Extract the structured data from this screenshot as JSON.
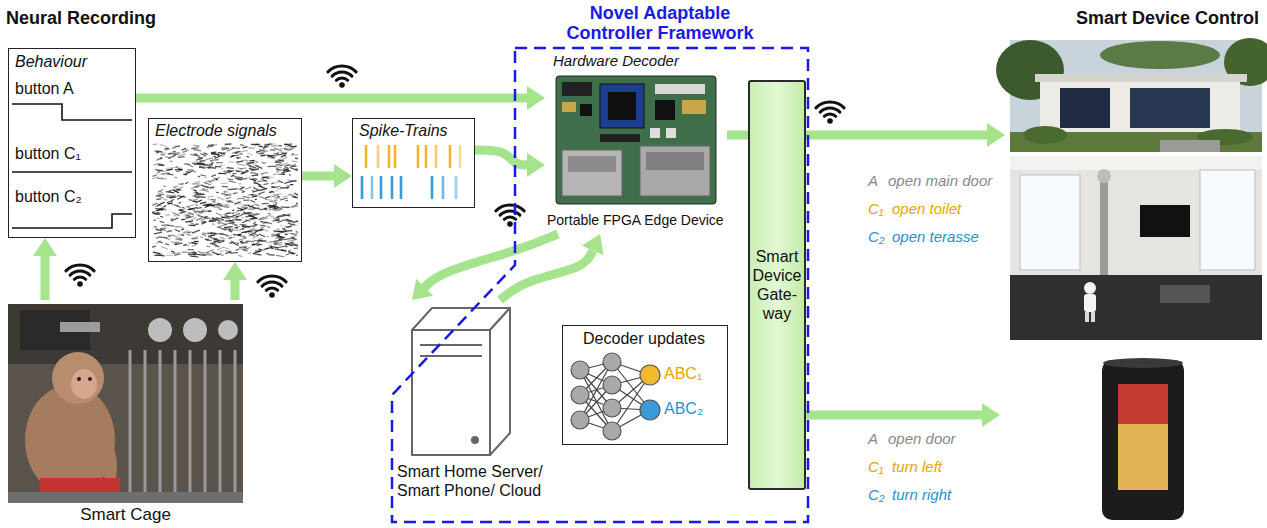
{
  "diagram": {
    "nodes": [
      {
        "text": [
          "Behaviour",
          "button A",
          "button C₁",
          "button C₂"
        ]
      },
      {
        "text": [
          "Electrode signals"
        ]
      },
      {
        "text": [
          "Spike-Trains"
        ]
      },
      {
        "text": [
          "Novel Adaptable Controller Framework"
        ]
      },
      {
        "text": [
          "Hardware Decoder",
          "Portable FPGA Edge Device"
        ],
        "in": 3
      },
      {
        "text": [
          "Smart Home Server/ Smart Phone/ Cloud"
        ],
        "in": 3
      },
      {
        "text": [
          "Decoder updates",
          "ABC₁",
          "ABC₂"
        ],
        "in": 3
      },
      {
        "text": [
          "Smart Device Gate- way"
        ]
      },
      {
        "text": [
          "Smart Cage"
        ]
      }
    ],
    "edges": [
      {
        "from": 0,
        "to": 4,
        "arrow": "to"
      },
      {
        "from": 1,
        "to": 2,
        "arrow": "to"
      },
      {
        "from": 2,
        "to": 4,
        "arrow": "to"
      },
      {
        "from": 8,
        "to": 0,
        "arrow": "to"
      },
      {
        "from": 8,
        "to": 1,
        "arrow": "to"
      },
      {
        "from": 4,
        "to": 5,
        "arrow": "to"
      },
      {
        "from": 5,
        "to": 4,
        "arrow": "to"
      },
      {
        "from": 4,
        "to": 7,
        "arrow": "none"
      }
    ],
    "labels": [
      "Neural Recording",
      "Smart Device Control",
      "A",
      "open main door",
      "C₁",
      "open toilet",
      "C₂",
      "open terasse",
      "A",
      "open door",
      "C₁",
      "turn left",
      "C₂",
      "turn right"
    ]
  }
}
